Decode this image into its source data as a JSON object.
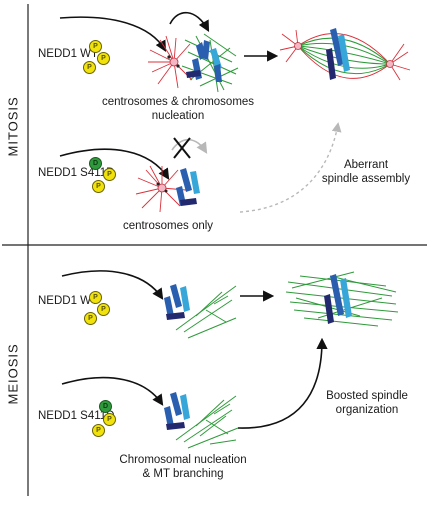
{
  "sections": {
    "mitosis": "MITOSIS",
    "meiosis": "MEIOSIS"
  },
  "mitosis": {
    "wt_label": "NEDD1 WT",
    "s411d_label": "NEDD1 S411D",
    "wt_caption_line1": "centrosomes & chromosomes",
    "wt_caption_line2": "nucleation",
    "s411d_caption": "centrosomes only",
    "outcome_line1": "Aberrant",
    "outcome_line2": "spindle assembly"
  },
  "meiosis": {
    "wt_label": "NEDD1 WT",
    "s411d_label": "NEDD1 S411D",
    "caption_line1": "Chromosomal nucleation",
    "caption_line2": "& MT branching",
    "outcome_line1": "Boosted spindle",
    "outcome_line2": "organization"
  },
  "badges": {
    "phospho": "P",
    "mutation": "D"
  },
  "colors": {
    "microtubule_green": "#2e9a3a",
    "centrosome_red": "#d9303a",
    "chromosome_blue": "#2a5fb0",
    "chromosome_cyan": "#37a6d8",
    "chromosome_navy": "#23296e",
    "phospho_yellow": "#f0e20a",
    "mutation_green": "#2f9a3b"
  }
}
